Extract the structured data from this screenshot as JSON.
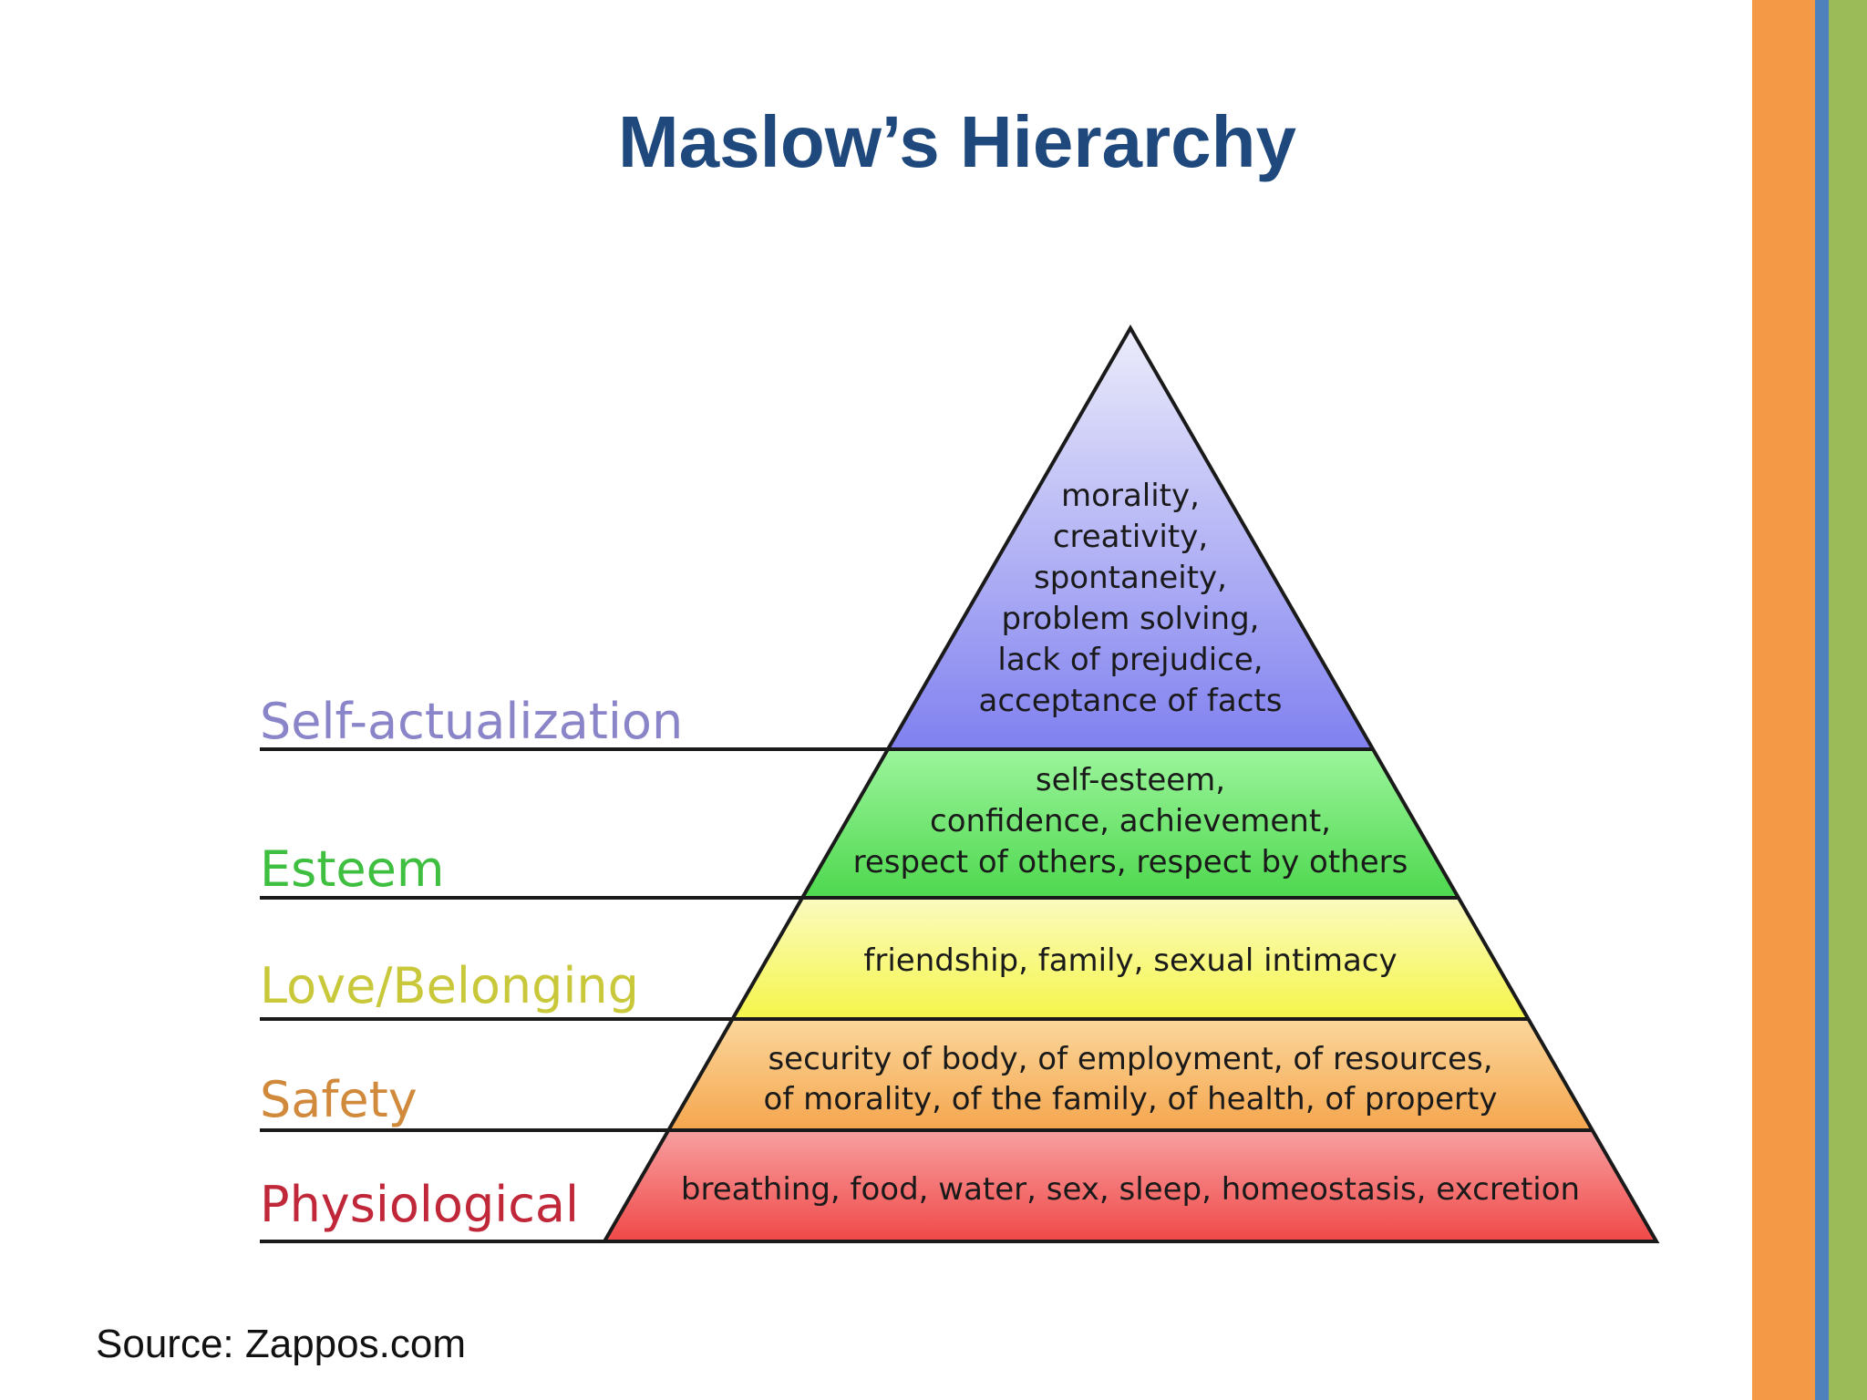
{
  "title": "Maslow’s Hierarchy",
  "source": "Source: Zappos.com",
  "colors": {
    "title": "#1f497d",
    "stripe_orange": "#f49a47",
    "stripe_blue": "#4f81bd",
    "stripe_green": "#9bbb59"
  },
  "levels": [
    {
      "name": "Self-actualization",
      "label_color": "#8a84c8",
      "fill_top": "#ececfb",
      "fill_bottom": "#8080f0",
      "lines": [
        "morality,",
        "creativity,",
        "spontaneity,",
        "problem solving,",
        "lack of prejudice,",
        "acceptance of facts"
      ]
    },
    {
      "name": "Esteem",
      "label_color": "#3fbf3f",
      "fill_top": "#9cf59c",
      "fill_bottom": "#4ed84e",
      "lines": [
        "self-esteem,",
        "confidence, achievement,",
        "respect of others, respect by others"
      ]
    },
    {
      "name": "Love/Belonging",
      "label_color": "#c8c83a",
      "fill_top": "#fbfbc0",
      "fill_bottom": "#f5f54a",
      "lines": [
        "friendship, family, sexual intimacy"
      ]
    },
    {
      "name": "Safety",
      "label_color": "#d18a3c",
      "fill_top": "#fbd79c",
      "fill_bottom": "#f5a64e",
      "lines": [
        "security of body, of employment, of resources,",
        "of morality, of the family, of health, of property"
      ]
    },
    {
      "name": "Physiological",
      "label_color": "#c0283a",
      "fill_top": "#f8a0a0",
      "fill_bottom": "#f04848",
      "lines": [
        "breathing, food, water, sex, sleep, homeostasis, excretion"
      ]
    }
  ]
}
